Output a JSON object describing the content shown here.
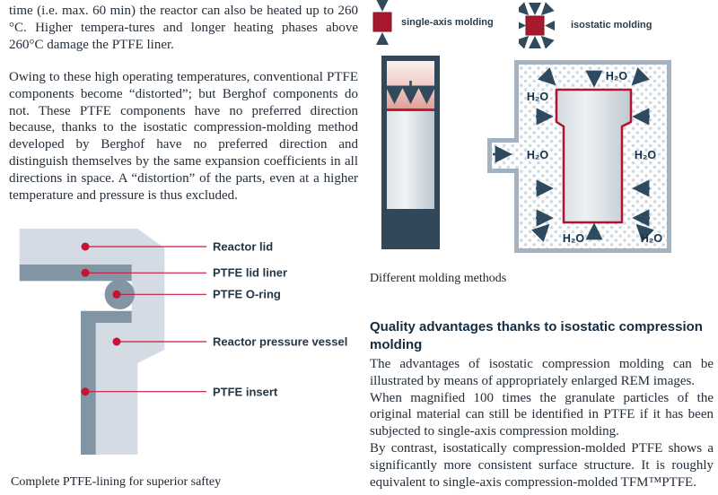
{
  "left_column": {
    "paragraph1": "time (i.e. max. 60 min) the reactor can also be heated up to 260 °C. Higher tempera-tures and longer heating phases above 260°C damage the PTFE liner.",
    "paragraph2": "Owing to these high operating temperatures, conventional PTFE components become “distorted”; but Berghof components do not. These PTFE components have no preferred direction because, thanks to the isostatic compression-molding method developed by Berghof have no preferred direction and distinguish themselves by the same expansion coefficients in all directions in space. A “distortion” of the parts, even at a higher temperature and pressure is thus excluded.",
    "reactor_diagram": {
      "labels": [
        "Reactor lid",
        "PTFE lid liner",
        "PTFE O-ring",
        "Reactor pressure vessel",
        "PTFE insert"
      ]
    },
    "diagram_caption": "Complete PTFE-lining for superior saftey"
  },
  "right_column": {
    "legend": {
      "single_axis_label": "single-axis molding",
      "isostatic_label": "isostatic molding"
    },
    "molding_diagram": {
      "water_label": "H₂O",
      "caption": "Different molding methods"
    },
    "section": {
      "heading": "Quality advantages thanks to isostatic compression molding",
      "paragraph1": "The advantages of isostatic compression molding can be illustrated by means of appropriately enlarged REM images.",
      "paragraph2": "When magnified 100 times the granulate particles of the original material can still be identified in PTFE if it has been subjected to single-axis compression molding.",
      "paragraph3": "By contrast, isostatically compression-molded PTFE shows a significantly more consistent surface structure. It is roughly equivalent to single-axis compression-molded TFM™PTFE."
    }
  },
  "colors": {
    "accent_red": "#a6192e",
    "outline_red": "#b5122f",
    "line_red": "#c01a2e",
    "leader_red": "#c41941",
    "arrow_navy": "#2e4a5e",
    "vessel_navy": "#30485a",
    "ptfe_steel_gray": "#8195a4",
    "vessel_light_gray": "#d5dbe4",
    "frame_gray": "#a3b2c0",
    "dot_pattern": "#ccd7de"
  }
}
